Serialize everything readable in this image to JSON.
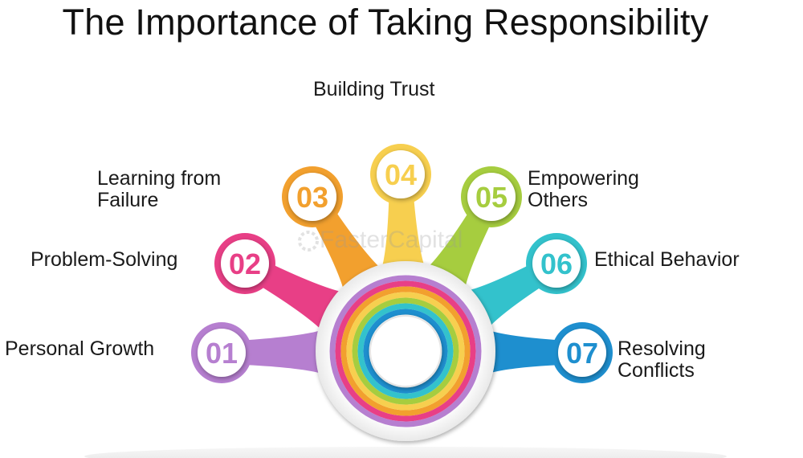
{
  "title": "The Importance of Taking Responsibility",
  "watermark": "FasterCapital",
  "colors": {
    "item_01": "#b67fd0",
    "item_02": "#e83f86",
    "item_03": "#f2a02e",
    "item_04": "#f7cf4f",
    "item_05": "#a6cd3f",
    "item_06": "#33c2cc",
    "item_07": "#1e8fcf"
  },
  "items": [
    {
      "number": "01",
      "label_line1": "Personal Growth",
      "label_line2": ""
    },
    {
      "number": "02",
      "label_line1": "Problem-Solving",
      "label_line2": ""
    },
    {
      "number": "03",
      "label_line1": "Learning from",
      "label_line2": "Failure"
    },
    {
      "number": "04",
      "label_line1": "Building Trust",
      "label_line2": ""
    },
    {
      "number": "05",
      "label_line1": "Empowering",
      "label_line2": "Others"
    },
    {
      "number": "06",
      "label_line1": "Ethical Behavior",
      "label_line2": ""
    },
    {
      "number": "07",
      "label_line1": "Resolving",
      "label_line2": "Conflicts"
    }
  ]
}
